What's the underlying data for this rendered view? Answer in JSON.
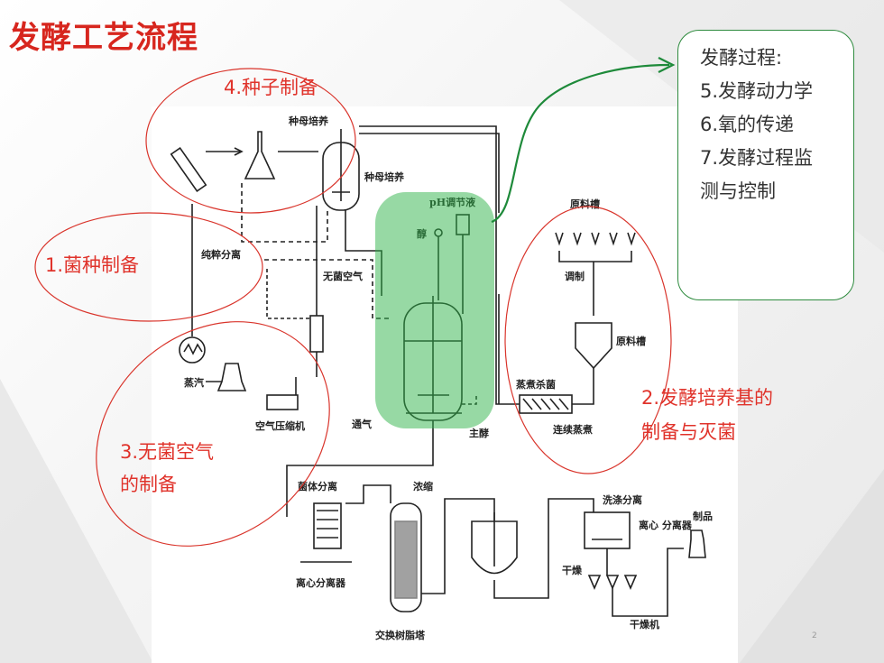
{
  "slide": {
    "title": "发酵工艺流程",
    "page_number": "2"
  },
  "stages": {
    "seed_prep": "4.种子制备",
    "strain_prep": "1.菌种制备",
    "sterile_air_line1": "3.无菌空气",
    "sterile_air_line2": "的制备",
    "medium_line1": "2.发酵培养基的",
    "medium_line2": "制备与灭菌"
  },
  "fermentation_box": {
    "lines": [
      "发酵过程:",
      "5.发酵动力学",
      "6.氧的传递",
      "7.发酵过程监",
      "测与控制"
    ]
  },
  "diagram_labels": {
    "seed_culture_1": "种母培养",
    "seed_culture_2": "种母培养",
    "ph_adjust": "pH调节液",
    "alcohol": "醇",
    "raw_material_tank_1": "原料槽",
    "mixing": "调制",
    "raw_material_tank_2": "原料槽",
    "pure_separation": "纯粹分离",
    "sterile_air": "无菌空气",
    "steam": "蒸汽",
    "air_compressor": "空气压缩机",
    "ventilation": "通气",
    "main_fermentation": "主酵",
    "cook_sterilize": "蒸煮杀菌",
    "continuous_cooking": "连续蒸煮",
    "cell_separation": "菌体分离",
    "concentration": "浓缩",
    "centrifuge": "离心分离器",
    "washing_separation": "洗涤分离",
    "centrifuge_separator": "离心\n分离器",
    "product": "制品",
    "drying": "干燥",
    "ion_exchange_tower": "交换树脂塔",
    "dryer": "干燥机"
  },
  "colors": {
    "title_red": "#d7261e",
    "label_red": "#e0332b",
    "green_line": "#1e8a3a",
    "highlight_green": "#2fb34a"
  }
}
